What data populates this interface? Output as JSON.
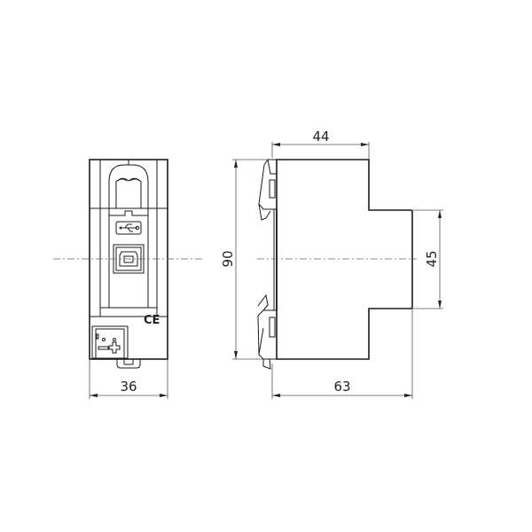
{
  "drawing": {
    "type": "technical dimension drawing",
    "views": [
      "front view",
      "side view"
    ],
    "units": "mm"
  },
  "front_view": {
    "width_label": "36",
    "markings": {
      "usb_symbol": "usb-icon",
      "usb_port": "usb-b-port",
      "certification": "CE",
      "terminal_polarity": [
        "-",
        "+"
      ]
    }
  },
  "side_view": {
    "height_label": "90",
    "top_depth_label": "44",
    "total_depth_label": "63",
    "front_height_label": "45"
  },
  "colors": {
    "line": "#1a1a1a",
    "dimension": "#555555",
    "background": "#ffffff"
  }
}
